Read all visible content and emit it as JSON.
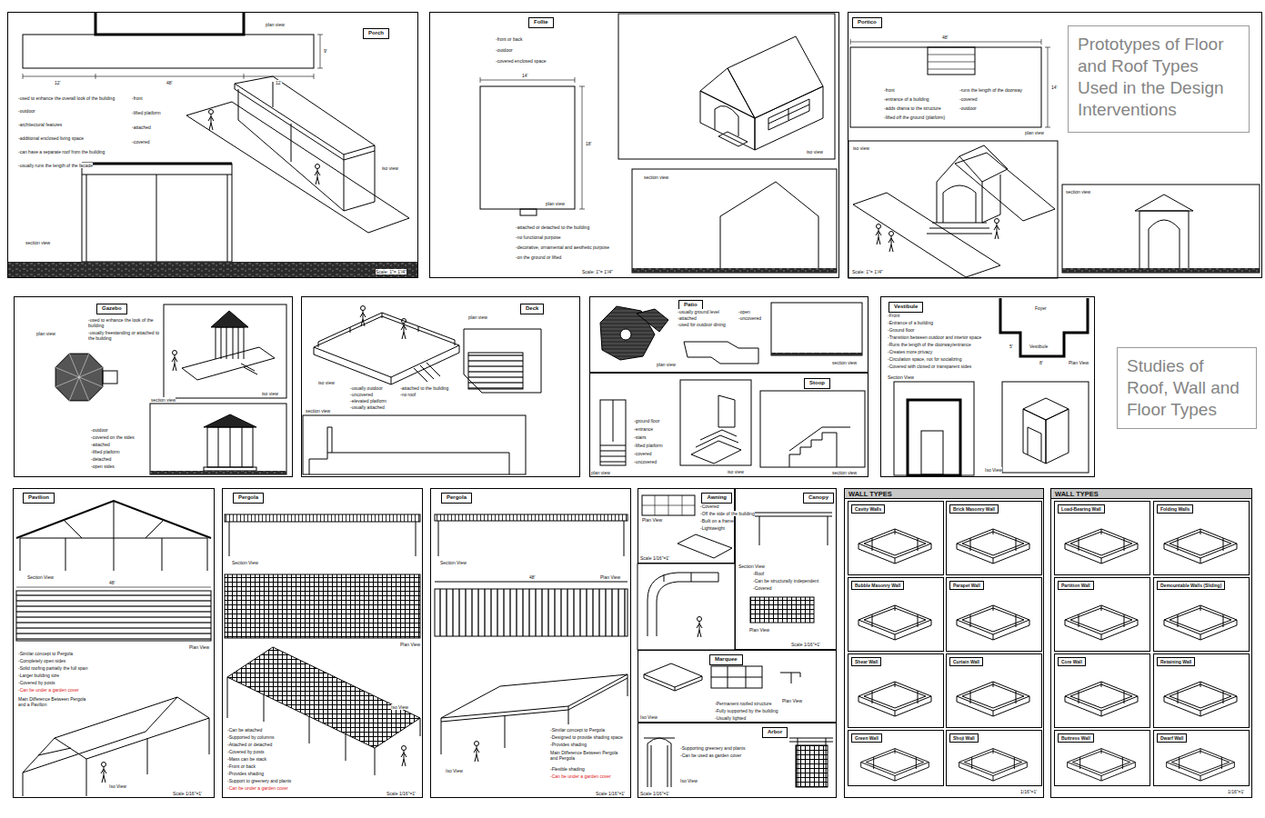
{
  "diagram": {
    "nodes": [
      {
        "text": [
          "Porch"
        ]
      },
      {
        "text": [
          "Follie"
        ]
      },
      {
        "text": [
          "Portico"
        ]
      },
      {
        "text": [
          "Prototypes of Floor and Roof Types Used in the Design Interventions"
        ]
      },
      {
        "text": [
          "Gazebo"
        ]
      },
      {
        "text": [
          "Deck"
        ]
      },
      {
        "text": [
          "Patio"
        ]
      },
      {
        "text": [
          "Stoop"
        ]
      },
      {
        "text": [
          "Vestibule"
        ]
      },
      {
        "text": [
          "Studies of Roof, Wall and Floor Types"
        ]
      },
      {
        "text": [
          "Pavilion"
        ]
      },
      {
        "text": [
          "Pergola"
        ]
      },
      {
        "text": [
          "Pergola"
        ]
      },
      {
        "text": [
          "Awning"
        ]
      },
      {
        "text": [
          "Canopy"
        ]
      },
      {
        "text": [
          "Marquee"
        ]
      },
      {
        "text": [
          "Arbor"
        ]
      },
      {
        "text": [
          "WALL TYPES"
        ]
      },
      {
        "text": [
          "Cavity Walls"
        ],
        "in": 17
      },
      {
        "text": [
          "Brick Masonry Wall"
        ],
        "in": 17
      },
      {
        "text": [
          "Bubble Masonry Wall"
        ],
        "in": 17
      },
      {
        "text": [
          "Parapet Wall"
        ],
        "in": 17
      },
      {
        "text": [
          "Shear Wall"
        ],
        "in": 17
      },
      {
        "text": [
          "Curtain Wall"
        ],
        "in": 17
      },
      {
        "text": [
          "Green Wall"
        ],
        "in": 17
      },
      {
        "text": [
          "Shoji Wall"
        ],
        "in": 17
      },
      {
        "text": [
          "WALL TYPES"
        ]
      },
      {
        "text": [
          "Load-Bearing Wall"
        ],
        "in": 26
      },
      {
        "text": [
          "Folding Walls"
        ],
        "in": 26
      },
      {
        "text": [
          "Partition Wall"
        ],
        "in": 26
      },
      {
        "text": [
          "Demountable Walls (Sliding)"
        ],
        "in": 26
      },
      {
        "text": [
          "Core Wall"
        ],
        "in": 26
      },
      {
        "text": [
          "Retaining Wall"
        ],
        "in": 26
      },
      {
        "text": [
          "Buttress Wall"
        ],
        "in": 26
      },
      {
        "text": [
          "Dwarf Wall"
        ],
        "in": 26
      }
    ],
    "labels": [
      "plan view",
      "12'",
      "48'",
      "12'",
      "9'",
      "-used to enhance the overall look of the building",
      "-outdoor",
      "-architectural features",
      "-additional enclosed living space",
      "-can have a separate roof from the building",
      "-usually runs the length of the facade",
      "-front",
      "-lifted platform",
      "-attached",
      "-covered",
      "iso view",
      "section view",
      "Scale: 1\"= 1'/4\"",
      "-front or back",
      "-outdoor",
      "-covered enclosed space",
      "14'",
      "18'",
      "plan view",
      "-attached or detached to the building",
      "-no functional purpose",
      "-decorative, ornamental and aesthetic purpose",
      "-on the ground or lifted",
      "iso view",
      "section view",
      "Scale: 1\"= 1'/4\"",
      "48'",
      "14'",
      "-front",
      "-entrance of a building",
      "-adds drama to the structure",
      "-lifted off the ground (platform)",
      "-runs the length of the doorway",
      "-covered",
      "-outdoor",
      "plan view",
      "iso view",
      "section view",
      "Scale: 1\"= 1'/4\"",
      "-used to enhance the look of the building",
      "-usually freestanding or attached to the building",
      "plan view",
      "iso view",
      "section view",
      "-outdoor",
      "-covered on the sides",
      "-attached",
      "-lifted platform",
      "-detached",
      "-open sides",
      "plan view",
      "iso view",
      "section view",
      "-usually outdoor",
      "-uncovered",
      "-elevated platform",
      "-usually attached",
      "-attached to the building",
      "-no roof",
      "-usually ground level",
      "-attached",
      "-used for outdoor dining",
      "-open",
      "-uncovered",
      "plan view",
      "section view",
      "-ground floor",
      "-entrance",
      "-stairs",
      "-lifted platform",
      "-covered",
      "-uncovered",
      "plan view",
      "iso view",
      "section view",
      "-Front",
      "-Entrance of a building",
      "-Ground floor",
      "-Transition between outdoor and interior space",
      "-Runs the length of the doorway/entrance",
      "-Creates more privacy",
      "-Circulation space, not for socializing",
      "-Covered with closed or transparent sides",
      "Foyer",
      "Vestibule",
      "Plan View",
      "5'",
      "8'",
      "Section View",
      "Iso View",
      "Section View",
      "48'",
      "Plan View",
      "-Similar concept to Pergola",
      "-Completely open sides",
      "-Solid roofing partially the full span",
      "-Larger building size",
      "-Covered by posts",
      "-Can be under a garden cover",
      "Main Difference Between Pergola and a Pavilion",
      "Iso View",
      "Scale 1/16\"=1'",
      "Section View",
      "Plan View",
      "Iso View",
      "-Can be attached",
      "-Supported by columns",
      "-Attached or detached",
      "-Covered by posts",
      "-Mass can be stack",
      "-Front or back",
      "-Provides shading",
      "-Support to greenery and plants",
      "-Can be under a garden cover",
      "Scale 1/16\"=1'",
      "Section View",
      "48'",
      "Plan View",
      "Iso View",
      "-Similar concept to Pergola",
      "-Designed to provide shading space",
      "-Provides shading",
      "Main Difference Between Pergola and Pergola",
      "-Flexible shading",
      "-Can be under a garden cover",
      "Scale 1/16\"=1'",
      "-Covered",
      "-Off the side of the building",
      "-Built on a frame",
      "-Lightweight",
      "Plan View",
      "Scale 1/16\"=1'",
      "Section View",
      "-Roof",
      "-Can be structurally independent",
      "-Covered",
      "Plan View",
      "Scale 1/16\"=1'",
      "-Permanent roofed structure",
      "-Fully supported by the building",
      "-Usually lighted",
      "Iso View",
      "Plan View",
      "-Supporting greenery and plants",
      "-Can be used as garden cover",
      "Iso View",
      "Scale 1/16\"=1'",
      "1/16\"=1'",
      "1/16\"=1'"
    ]
  }
}
